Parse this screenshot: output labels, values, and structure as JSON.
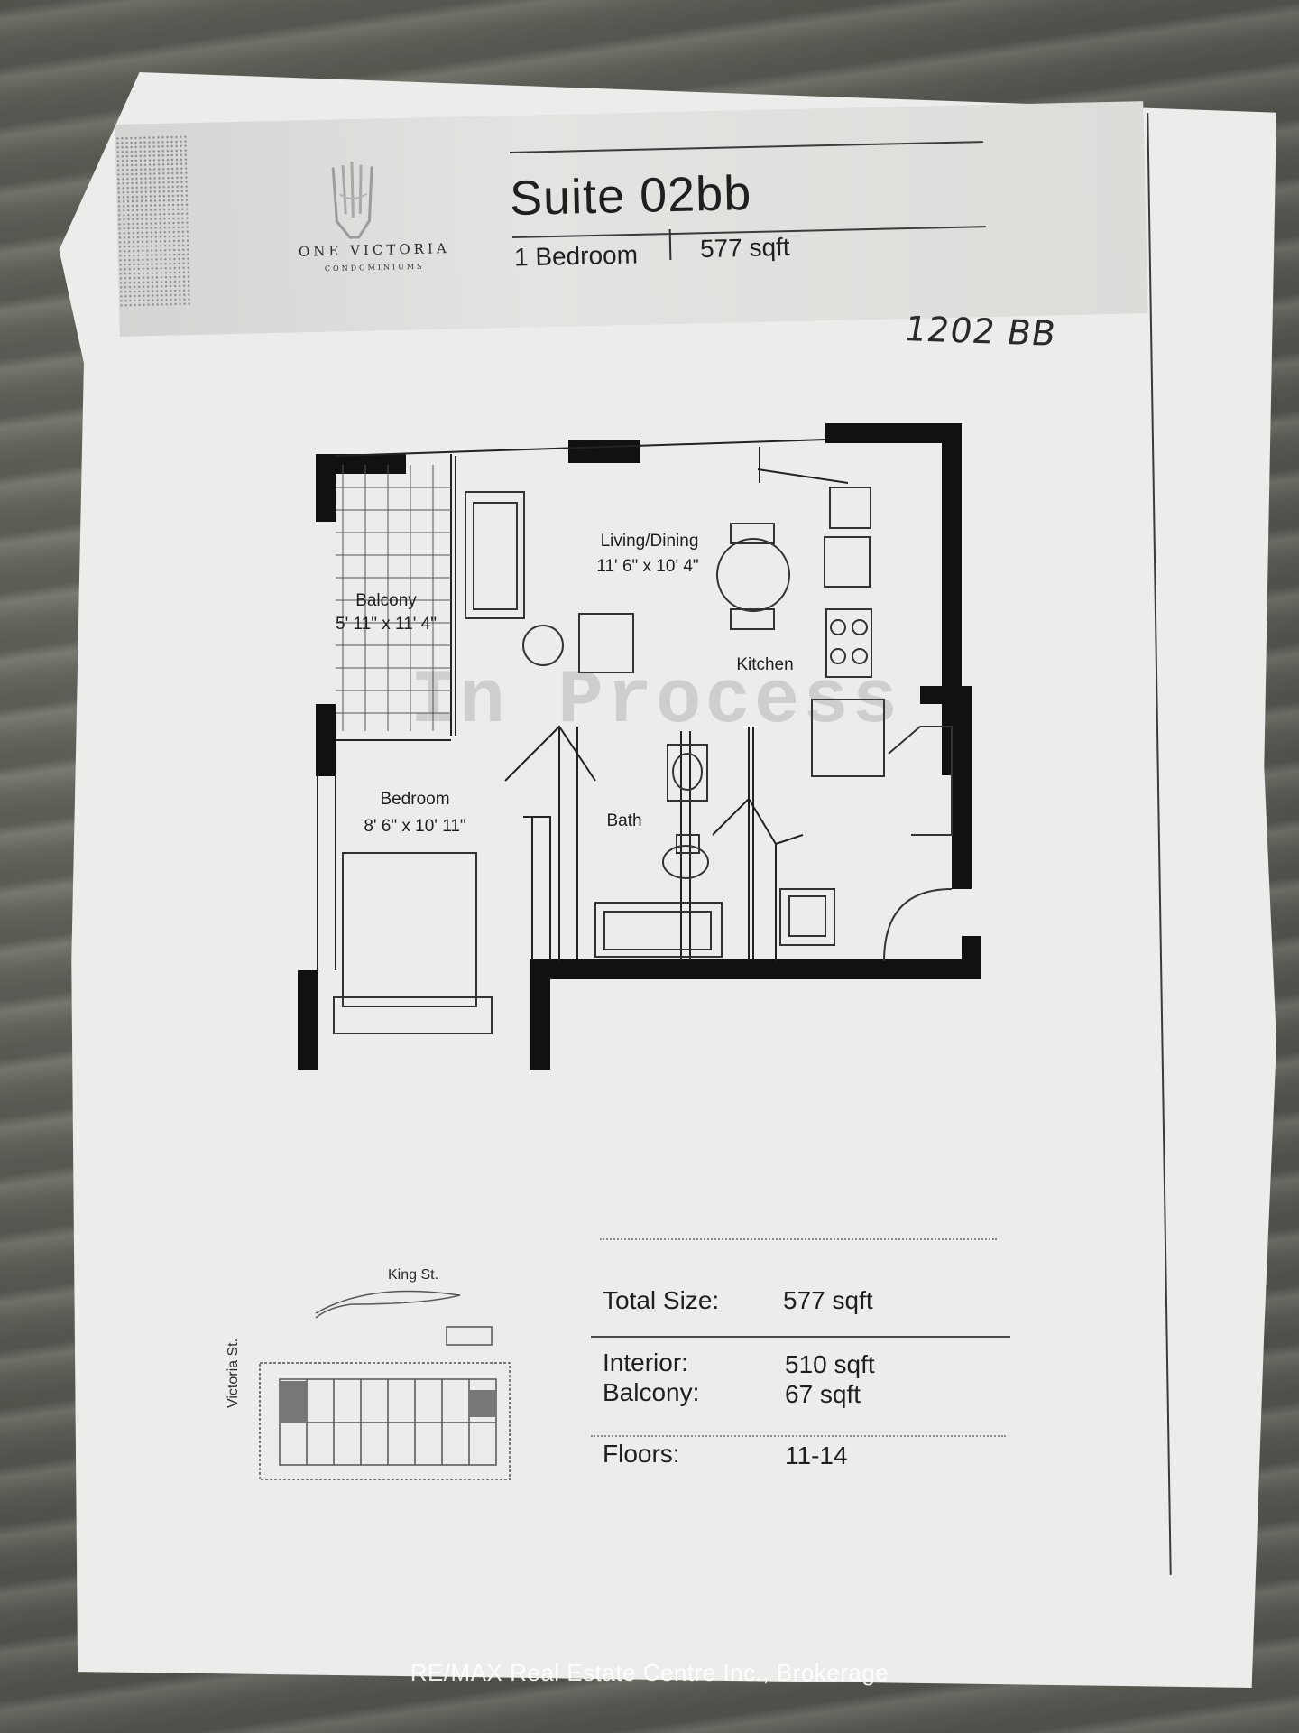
{
  "logo": {
    "name_line1": "ONE VICTORIA",
    "name_line2": "CONDOMINIUMS"
  },
  "suite": {
    "title": "Suite 02bb",
    "bedrooms": "1 Bedroom",
    "size": "577 sqft"
  },
  "handwritten_note": "1202 BB",
  "watermark": "In Process",
  "floorplan": {
    "rooms": [
      {
        "name": "Living/Dining",
        "dims": "11' 6\" x 10' 4\""
      },
      {
        "name": "Balcony",
        "dims": "5' 11\" x 11' 4\""
      },
      {
        "name": "Kitchen",
        "dims": ""
      },
      {
        "name": "Bedroom",
        "dims": "8' 6\" x 10' 11\""
      },
      {
        "name": "Bath",
        "dims": ""
      }
    ]
  },
  "keyplan": {
    "street_top": "King St.",
    "street_side": "Victoria St."
  },
  "details": {
    "total_label": "Total Size:",
    "total_value": "577 sqft",
    "interior_label": "Interior:",
    "interior_value": "510 sqft",
    "balcony_label": "Balcony:",
    "balcony_value": "67 sqft",
    "floors_label": "Floors:",
    "floors_value": "11-14"
  },
  "credit": "RE/MAX Real Estate Centre Inc., Brokerage",
  "colors": {
    "paper": "#ecedeb",
    "wall": "#111111",
    "carpet": "#6c6e65"
  }
}
